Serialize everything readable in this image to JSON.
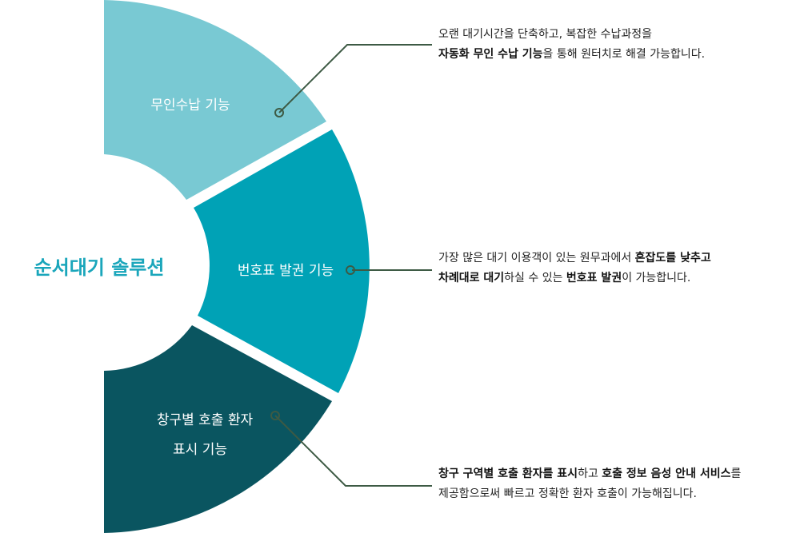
{
  "center": {
    "title": "순서대기 솔루션"
  },
  "segments": [
    {
      "label_lines": [
        "무인수납 기능"
      ],
      "color": "#79c9d3"
    },
    {
      "label_lines": [
        "번호표 발권 기능"
      ],
      "color": "#00a2b6"
    },
    {
      "label_lines": [
        "창구별 호출 환자",
        "표시 기능"
      ],
      "color": "#0a5560"
    }
  ],
  "connector_color": "#3d5a44",
  "descriptions": [
    {
      "lines": [
        [
          {
            "text": "오랜 대기시간을 단축하고, 복잡한 수납과정을"
          }
        ],
        [
          {
            "text": "자동화 무인 수납 기능",
            "bold": true
          },
          {
            "text": "을 통해 원터치로 해결 가능합니다."
          }
        ]
      ]
    },
    {
      "lines": [
        [
          {
            "text": "가장 많은 대기 이용객이 있는 원무과에서 "
          },
          {
            "text": "혼잡도를 낮추고",
            "bold": true
          }
        ],
        [
          {
            "text": "차례대로 대기",
            "bold": true
          },
          {
            "text": "하실 수 있는 "
          },
          {
            "text": "번호표 발권",
            "bold": true
          },
          {
            "text": "이 가능합니다."
          }
        ]
      ]
    },
    {
      "lines": [
        [
          {
            "text": "창구 구역별 호출 환자를 표시",
            "bold": true
          },
          {
            "text": "하고 "
          },
          {
            "text": "호출 정보 음성 안내 서비스",
            "bold": true
          },
          {
            "text": "를"
          }
        ],
        [
          {
            "text": "제공함으로써 빠르고 정확한 환자 호출이 가능해집니다."
          }
        ]
      ]
    }
  ]
}
